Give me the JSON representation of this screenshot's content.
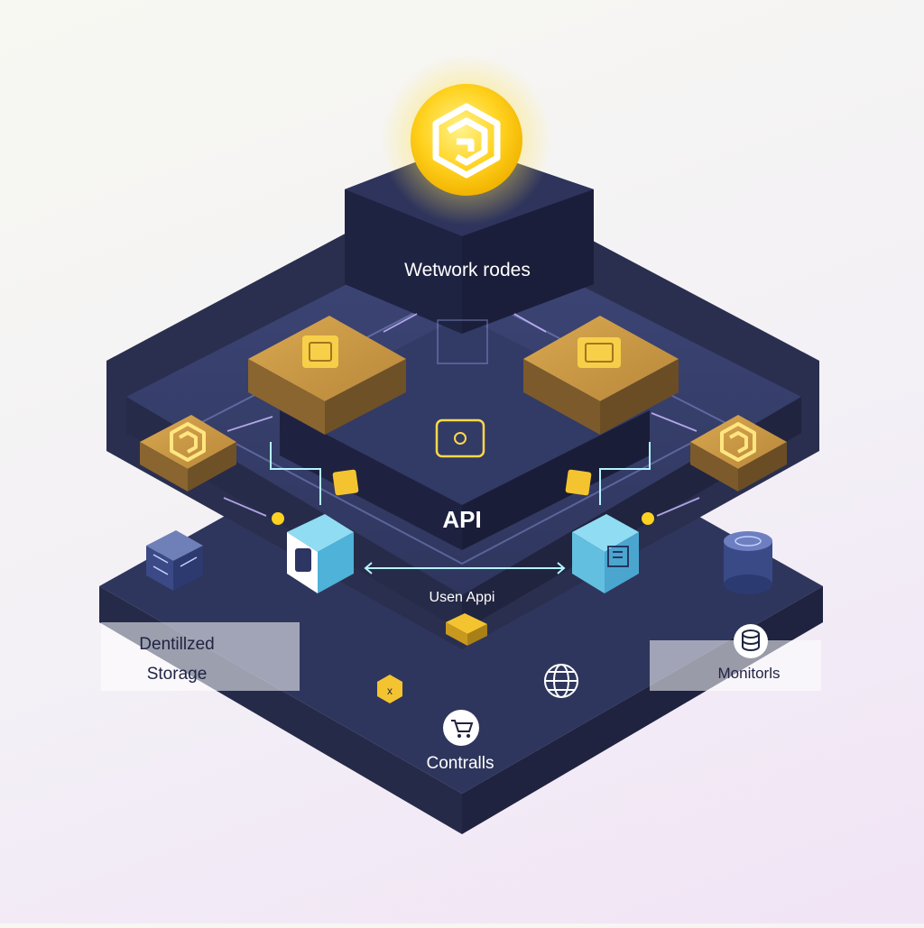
{
  "diagram": {
    "top_node_label": "Wetwork rodes",
    "api_label": "API",
    "link_label": "Usen Appi",
    "storage_label_line1": "Dentillzed",
    "storage_label_line2": "Storage",
    "monitors_label": "Monitorls",
    "controls_label": "Contralls"
  },
  "colors": {
    "slab_dark": "#2b3052",
    "slab_mid": "#3a4470",
    "slab_top": "#465386",
    "node_gold": "#c99a3e",
    "glow_yellow": "#ffd21f",
    "cube_cyan": "#56b7d9",
    "accent_line": "#b5f4ff"
  },
  "icons": {
    "top_logo": "hexagon-logo-icon",
    "storage": "storage-blocks-icon",
    "monitors": "database-icon",
    "globe": "globe-icon",
    "controls": "cart-icon",
    "drum": "drum-icon"
  }
}
